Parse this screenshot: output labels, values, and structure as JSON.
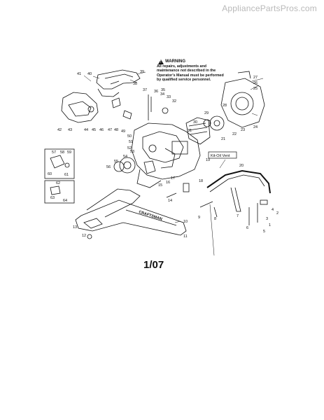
{
  "watermark": "AppliancePartsPros.com",
  "warning": {
    "title": "WARNING",
    "body": "All repairs, adjustments and maintenance not described in the Operator's Manual must be performed by qualified service personnel."
  },
  "kit_label": "Kit-Oil Vent",
  "brand_label": "CRAFTSMAN",
  "date_code": "1/07",
  "part_numbers": [
    "1",
    "2",
    "3",
    "4",
    "5",
    "6",
    "7",
    "8",
    "9",
    "10",
    "11",
    "12",
    "13",
    "14",
    "15",
    "16",
    "17",
    "18",
    "19",
    "20",
    "21",
    "22",
    "23",
    "24",
    "25",
    "26",
    "27",
    "28",
    "29",
    "30",
    "31",
    "32",
    "33",
    "34",
    "35",
    "36",
    "37",
    "38",
    "39",
    "40",
    "41",
    "42",
    "43",
    "44",
    "45",
    "46",
    "47",
    "48",
    "49",
    "50",
    "51",
    "52",
    "53",
    "54",
    "55",
    "56",
    "57",
    "58",
    "59",
    "60",
    "61",
    "62",
    "63",
    "64"
  ],
  "colors": {
    "ink": "#111111",
    "watermark": "#b9b9b9",
    "paper": "#ffffff"
  }
}
